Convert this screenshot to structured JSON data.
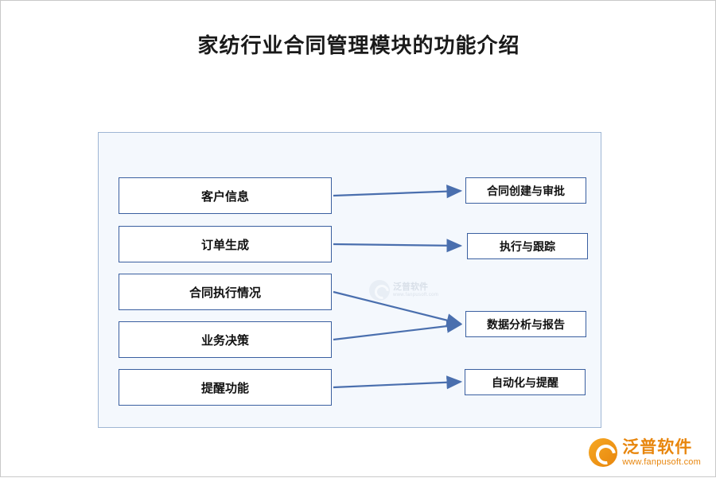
{
  "page": {
    "title": "家纺行业合同管理模块的功能介绍",
    "accent_color": "#3a5fa0",
    "panel_bg": "#f4f8fd",
    "panel_border": "#9fb6d4"
  },
  "diagram": {
    "left_boxes": [
      {
        "label": "客户信息"
      },
      {
        "label": "订单生成"
      },
      {
        "label": "合同执行情况"
      },
      {
        "label": "业务决策"
      },
      {
        "label": "提醒功能"
      }
    ],
    "right_boxes": [
      {
        "label": "合同创建与审批"
      },
      {
        "label": "执行与跟踪"
      },
      {
        "label": "数据分析与报告"
      },
      {
        "label": "自动化与提醒"
      }
    ],
    "connections": [
      {
        "from": "客户信息",
        "to": "合同创建与审批"
      },
      {
        "from": "订单生成",
        "to": "执行与跟踪"
      },
      {
        "from": "合同执行情况",
        "to": "数据分析与报告"
      },
      {
        "from": "业务决策",
        "to": "数据分析与报告"
      },
      {
        "from": "提醒功能",
        "to": "自动化与提醒"
      }
    ],
    "watermark": {
      "brand": "泛普软件",
      "url": "www.fanpusoft.com"
    }
  },
  "logo": {
    "brand": "泛普软件",
    "url": "www.fanpusoft.com"
  }
}
